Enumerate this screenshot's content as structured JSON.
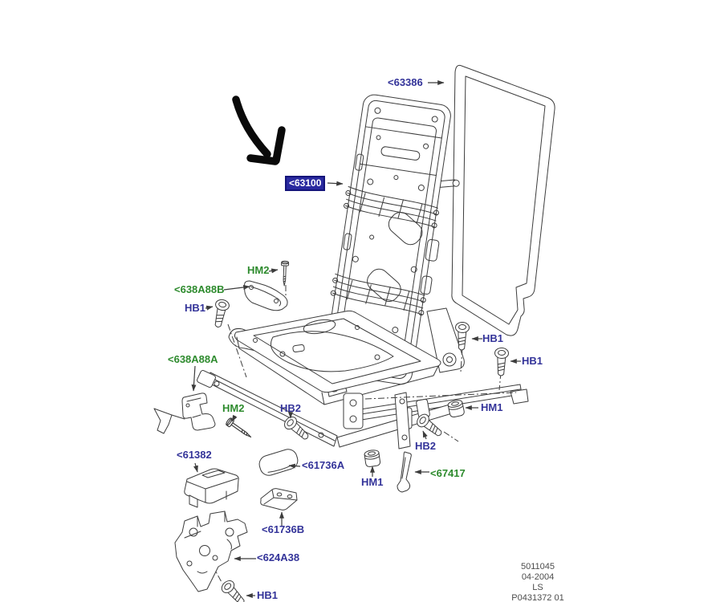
{
  "document": {
    "type": "seat-frame-parts-diagram",
    "footer": {
      "part_number": "5011045",
      "date": "04-2004",
      "code": "LS",
      "ref": "P0431372 01"
    }
  },
  "colors": {
    "background": "#ffffff",
    "part_label_blue": "#333399",
    "part_label_green": "#2e8b2e",
    "highlight_background": "#2a2aa0",
    "highlight_text": "#ffffff",
    "drawing_line": "#3c3c3c",
    "annotation_arrow": "#0a0a0a",
    "footer_text": "#4c4c4c"
  },
  "labels": {
    "p63386": "<63386",
    "p63100": "<63100",
    "p638A88B": "<638A88B",
    "p638A88A": "<638A88A",
    "p61382": "<61382",
    "p61736A": "<61736A",
    "p61736B": "<61736B",
    "p624A38": "<624A38",
    "p67417": "<67417",
    "hb1": "HB1",
    "hb2": "HB2",
    "hm1": "HM1",
    "hm2": "HM2"
  }
}
